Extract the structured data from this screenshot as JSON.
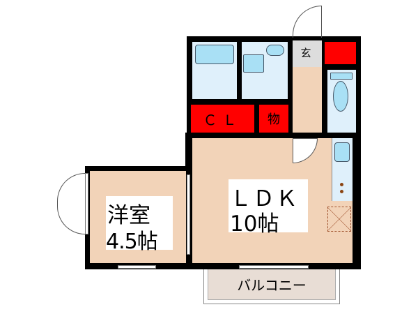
{
  "rooms": {
    "western": {
      "name": "洋室",
      "size": "4.5帖"
    },
    "ldk": {
      "name": "ＬＤＫ",
      "size": "10帖"
    },
    "closet": "ＣＬ",
    "storage": "物",
    "entrance": "玄",
    "balcony": "バルコニー"
  },
  "colors": {
    "floor": "#f2d3b8",
    "wet": "#dff0fb",
    "storage": "#ff0000",
    "wall": "#000000"
  }
}
